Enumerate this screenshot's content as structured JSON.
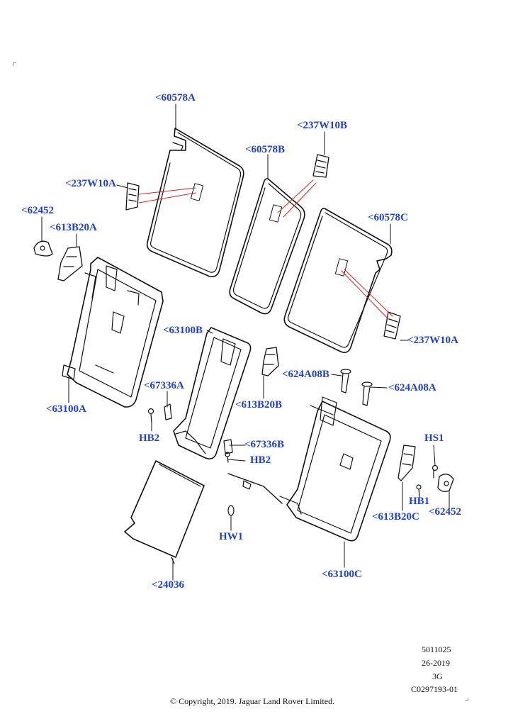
{
  "callouts": {
    "c60578A": "<60578A",
    "c60578B": "<60578B",
    "c60578C": "<60578C",
    "c237W10B": "<237W10B",
    "c237W10A_left": "<237W10A",
    "c237W10A_right": "<237W10A",
    "c62452_left": "<62452",
    "c62452_right": "<62452",
    "c613B20A": "<613B20A",
    "c613B20B": "<613B20B",
    "c613B20C": "<613B20C",
    "c63100A": "<63100A",
    "c63100B": "<63100B",
    "c63100C": "<63100C",
    "c67336A": "<67336A",
    "c67336B": "<67336B",
    "c624A08B": "<624A08B",
    "c624A08A": "<624A08A",
    "hb2_left": "HB2",
    "hb2_right": "HB2",
    "hs1": "HS1",
    "hb1": "HB1",
    "hw1": "HW1",
    "c24036": "<24036"
  },
  "meta": {
    "line1": "5011025",
    "line2": "26-2019",
    "line3": "3G",
    "line4": "C0297193-01"
  },
  "copyright": "© Copyright, 2019. Jaguar Land Rover Limited.",
  "colors": {
    "callout": "#1f3fd0",
    "leader_red": "#e02020",
    "line": "#111111"
  }
}
